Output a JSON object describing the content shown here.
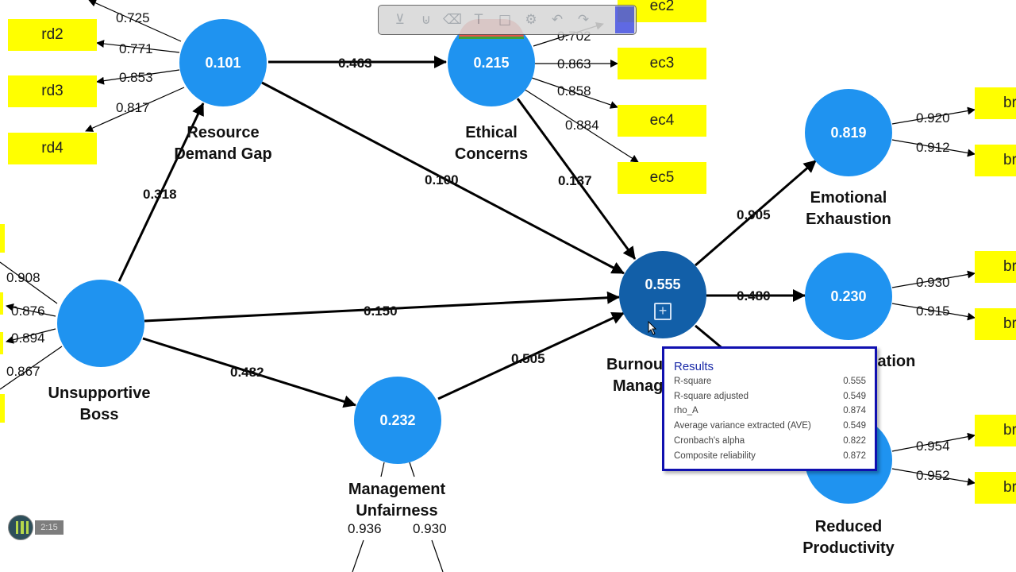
{
  "indicators": {
    "rd2": "rd2",
    "rd3": "rd3",
    "rd4": "rd4",
    "ec2": "ec2",
    "ec3": "ec3",
    "ec4": "ec4",
    "ec5": "ec5",
    "br1": "br",
    "br2": "br",
    "br3": "br",
    "br4": "br",
    "br5": "br",
    "br6": "br"
  },
  "latent": {
    "resource_demand_gap": {
      "value": "0.101",
      "name_line1": "Resource",
      "name_line2": "Demand Gap"
    },
    "ethical_concerns": {
      "value": "0.215",
      "name_line1": "Ethical",
      "name_line2": "Concerns"
    },
    "emotional_exhaustion": {
      "value": "0.819",
      "name_line1": "Emotional",
      "name_line2": "Exhaustion"
    },
    "burnout": {
      "value": "0.555",
      "name_line1": "Burnou",
      "name_line2": "Manag"
    },
    "depersonalization": {
      "value": "0.230",
      "name_partial": "ization"
    },
    "unsupportive_boss": {
      "name_line1": "Unsupportive",
      "name_line2": "Boss"
    },
    "management_unfairness": {
      "value": "0.232",
      "name_line1": "Management",
      "name_line2": "Unfairness"
    },
    "reduced_productivity": {
      "name_line1": "Reduced",
      "name_line2": "Productivity"
    }
  },
  "loadings": {
    "rd1": "0.725",
    "rd2": "0.771",
    "rd3": "0.853",
    "rd4": "0.817",
    "ec2": "0.702",
    "ec3": "0.863",
    "ec4": "0.858",
    "ec5": "0.884",
    "ee1": "0.920",
    "ee2": "0.912",
    "dp1": "0.930",
    "dp2": "0.915",
    "rp1": "0.954",
    "rp2": "0.952",
    "ub1": "0.908",
    "ub2": "0.876",
    "ub3": "0.894",
    "ub4": "0.867",
    "mu1": "0.936",
    "mu2": "0.930"
  },
  "paths": {
    "rdg_ec": "0.463",
    "rdg_burnout": "0.100",
    "ec_burnout": "0.137",
    "ub_rdg": "0.318",
    "ub_burnout": "0.150",
    "ub_mu": "0.482",
    "mu_burnout": "0.505",
    "burnout_ee": "0.905",
    "burnout_dp": "0.480"
  },
  "results_popup": {
    "title": "Results",
    "rows": [
      {
        "label": "R-square",
        "value": "0.555"
      },
      {
        "label": "R-square adjusted",
        "value": "0.549"
      },
      {
        "label": "rho_A",
        "value": "0.874"
      },
      {
        "label": "Average variance extracted (AVE)",
        "value": "0.549"
      },
      {
        "label": "Cronbach's alpha",
        "value": "0.822"
      },
      {
        "label": "Composite reliability",
        "value": "0.872"
      }
    ]
  },
  "toolbar": {
    "icons": [
      "select-icon",
      "select-alt-icon",
      "eraser-icon",
      "text-icon",
      "rectangle-icon",
      "settings-icon",
      "undo-icon",
      "redo-icon",
      "color-swatch"
    ]
  },
  "badge": {
    "time": "2:15"
  },
  "colors": {
    "indicator": "#ffff00",
    "latent": "#1f93f0",
    "latent_selected": "#125fa8",
    "popup_border": "#1010b0"
  }
}
